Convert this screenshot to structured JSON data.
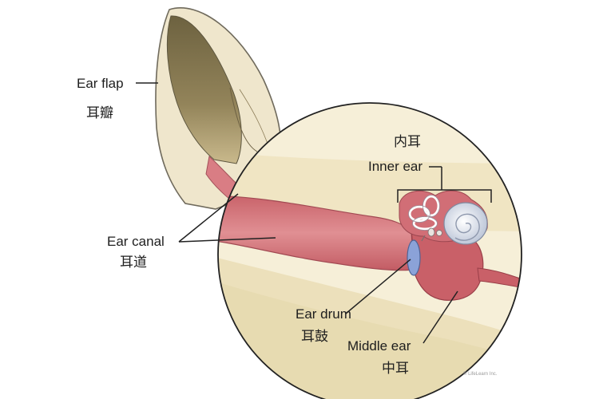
{
  "diagram": {
    "labels": {
      "ear_flap": {
        "en": "Ear flap",
        "zh": "耳瓣"
      },
      "ear_canal": {
        "en": "Ear canal",
        "zh": "耳道"
      },
      "inner_ear": {
        "en": "Inner ear",
        "zh": "内耳"
      },
      "ear_drum": {
        "en": "Ear drum",
        "zh": "耳鼓"
      },
      "middle_ear": {
        "en": "Middle ear",
        "zh": "中耳"
      }
    },
    "credit": "© LifeLearn Inc.",
    "colors": {
      "ear_skin": "#efe6cc",
      "ear_inside": "#8e7f55",
      "canal": "#d07b80",
      "canal_dark": "#b85a62",
      "cochlea": "#d4dae6",
      "eardrum": "#8ba2d8",
      "outline": "#222222"
    }
  }
}
